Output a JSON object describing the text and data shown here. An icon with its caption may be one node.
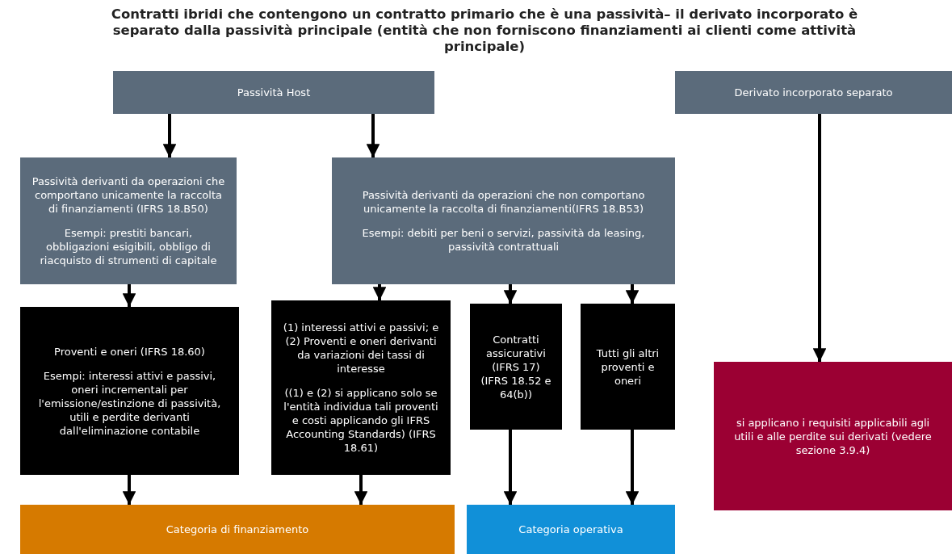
{
  "diagram": {
    "title": "Contratti ibridi che contengono un contratto primario che è una passività– il derivato incorporato è separato dalla passività principale (entità che non forniscono finanziamenti ai clienti come attività principale)",
    "nodes": [
      {
        "text": [
          "Passività Host"
        ]
      },
      {
        "text": [
          "Derivato incorporato separato"
        ]
      },
      {
        "text": [
          "Passività derivanti da operazioni che comportano unicamente la raccolta di finanziamenti (IFRS 18.B50)",
          "Esempi: prestiti bancari, obbligazioni esigibili, obbligo di riacquisto di strumenti di capitale"
        ]
      },
      {
        "text": [
          "Passività derivanti da operazioni che non comportano unicamente la raccolta di finanziamenti(IFRS 18.B53)",
          "Esempi: debiti per beni o servizi, passività da leasing, passività contrattuali"
        ]
      },
      {
        "text": [
          "Proventi e oneri (IFRS 18.60)",
          "Esempi: interessi attivi e passivi, oneri incrementali per l'emissione/estinzione di passività, utili e perdite derivanti dall'eliminazione contabile"
        ]
      },
      {
        "text": [
          "(1) interessi attivi e passivi; e (2) Proventi e oneri derivanti da variazioni dei tassi di interesse",
          "((1) e (2) si applicano solo se l'entità individua tali proventi e costi applicando gli IFRS Accounting Standards) (IFRS 18.61)"
        ]
      },
      {
        "text": [
          "Contratti assicurativi (IFRS 17) (IFRS 18.52 e 64(b))"
        ]
      },
      {
        "text": [
          "Tutti gli altri proventi e oneri"
        ]
      },
      {
        "text": [
          "Categoria di finanziamento"
        ]
      },
      {
        "text": [
          "Categoria operativa"
        ]
      },
      {
        "text": [
          "si applicano i requisiti applicabili agli utili e alle perdite sui derivati (vedere sezione 3.9.4)"
        ]
      }
    ],
    "edges": [
      {
        "from": 0,
        "to": 2,
        "arrow": "to"
      },
      {
        "from": 0,
        "to": 3,
        "arrow": "to"
      },
      {
        "from": 1,
        "to": 10,
        "arrow": "to"
      },
      {
        "from": 2,
        "to": 4,
        "arrow": "to"
      },
      {
        "from": 3,
        "to": 5,
        "arrow": "to"
      },
      {
        "from": 3,
        "to": 6,
        "arrow": "to"
      },
      {
        "from": 3,
        "to": 7,
        "arrow": "to"
      },
      {
        "from": 4,
        "to": 8,
        "arrow": "to"
      },
      {
        "from": 5,
        "to": 8,
        "arrow": "to"
      },
      {
        "from": 6,
        "to": 9,
        "arrow": "to"
      },
      {
        "from": 7,
        "to": 9,
        "arrow": "to"
      }
    ]
  }
}
